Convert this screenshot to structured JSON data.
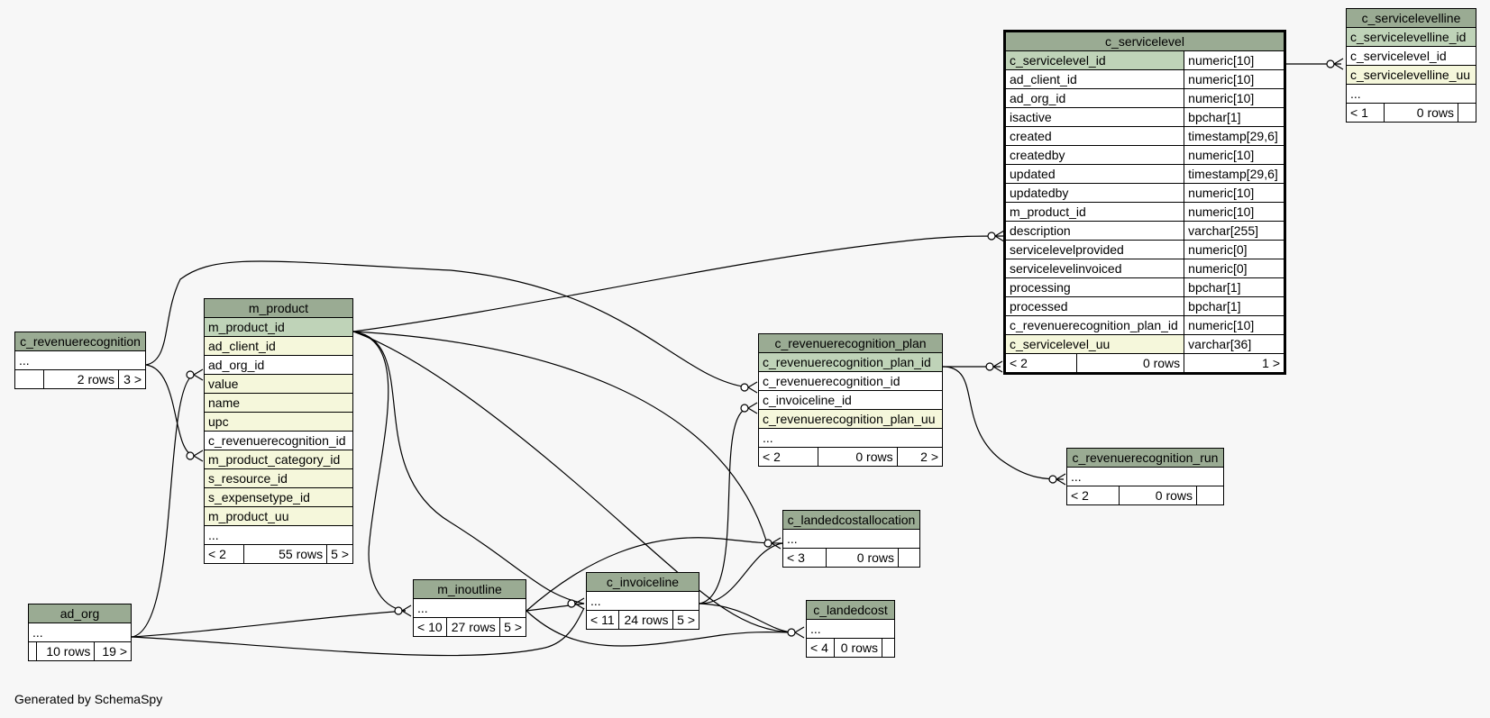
{
  "footer": "Generated by SchemaSpy",
  "tables": {
    "c_servicelevel": {
      "name": "c_servicelevel",
      "columns": [
        {
          "name": "c_servicelevel_id",
          "type": "numeric[10]"
        },
        {
          "name": "ad_client_id",
          "type": "numeric[10]"
        },
        {
          "name": "ad_org_id",
          "type": "numeric[10]"
        },
        {
          "name": "isactive",
          "type": "bpchar[1]"
        },
        {
          "name": "created",
          "type": "timestamp[29,6]"
        },
        {
          "name": "createdby",
          "type": "numeric[10]"
        },
        {
          "name": "updated",
          "type": "timestamp[29,6]"
        },
        {
          "name": "updatedby",
          "type": "numeric[10]"
        },
        {
          "name": "m_product_id",
          "type": "numeric[10]"
        },
        {
          "name": "description",
          "type": "varchar[255]"
        },
        {
          "name": "servicelevelprovided",
          "type": "numeric[0]"
        },
        {
          "name": "servicelevelinvoiced",
          "type": "numeric[0]"
        },
        {
          "name": "processing",
          "type": "bpchar[1]"
        },
        {
          "name": "processed",
          "type": "bpchar[1]"
        },
        {
          "name": "c_revenuerecognition_plan_id",
          "type": "numeric[10]"
        },
        {
          "name": "c_servicelevel_uu",
          "type": "varchar[36]"
        }
      ],
      "parents": "< 2",
      "rows": "0 rows",
      "children": "1 >"
    },
    "c_servicelevelline": {
      "name": "c_servicelevelline",
      "columns": [
        "c_servicelevelline_id",
        "c_servicelevel_id",
        "c_servicelevelline_uu",
        "..."
      ],
      "parents": "< 1",
      "rows": "0 rows",
      "children": ""
    },
    "m_product": {
      "name": "m_product",
      "columns": [
        "m_product_id",
        "ad_client_id",
        "ad_org_id",
        "value",
        "name",
        "upc",
        "c_revenuerecognition_id",
        "m_product_category_id",
        "s_resource_id",
        "s_expensetype_id",
        "m_product_uu",
        "..."
      ],
      "parents": "< 2",
      "rows": "55 rows",
      "children": "5 >"
    },
    "c_revenuerecognition": {
      "name": "c_revenuerecognition",
      "columns": [
        "..."
      ],
      "parents": "",
      "rows": "2 rows",
      "children": "3 >"
    },
    "ad_org": {
      "name": "ad_org",
      "columns": [
        "..."
      ],
      "parents": "",
      "rows": "10 rows",
      "children": "19 >"
    },
    "c_revenuerecognition_plan": {
      "name": "c_revenuerecognition_plan",
      "columns": [
        "c_revenuerecognition_plan_id",
        "c_revenuerecognition_id",
        "c_invoiceline_id",
        "c_revenuerecognition_plan_uu",
        "..."
      ],
      "parents": "< 2",
      "rows": "0 rows",
      "children": "2 >"
    },
    "c_revenuerecognition_run": {
      "name": "c_revenuerecognition_run",
      "columns": [
        "..."
      ],
      "parents": "< 2",
      "rows": "0 rows",
      "children": ""
    },
    "c_landedcostallocation": {
      "name": "c_landedcostallocation",
      "columns": [
        "..."
      ],
      "parents": "< 3",
      "rows": "0 rows",
      "children": ""
    },
    "m_inoutline": {
      "name": "m_inoutline",
      "columns": [
        "..."
      ],
      "parents": "< 10",
      "rows": "27 rows",
      "children": "5 >"
    },
    "c_invoiceline": {
      "name": "c_invoiceline",
      "columns": [
        "..."
      ],
      "parents": "< 11",
      "rows": "24 rows",
      "children": "5 >"
    },
    "c_landedcost": {
      "name": "c_landedcost",
      "columns": [
        "..."
      ],
      "parents": "< 4",
      "rows": "0 rows",
      "children": ""
    }
  }
}
